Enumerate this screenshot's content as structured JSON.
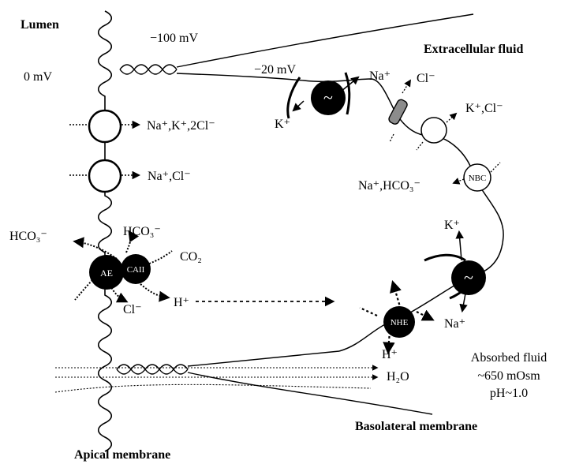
{
  "regions": {
    "lumen": "Lumen",
    "extracellular": "Extracellular fluid",
    "basolateral": "Basolateral membrane",
    "apical": "Apical membrane"
  },
  "potentials": {
    "lumen": "0 mV",
    "junction": "−100 mV",
    "cell": "−20 mV"
  },
  "apical_ions": {
    "nkcc": "Na⁺,K⁺,2Cl⁻",
    "ncc": "Na⁺,Cl⁻",
    "hco3_out": "HCO₃⁻",
    "hco3_in": "HCO₃⁻",
    "co2": "CO₂",
    "cl": "Cl⁻",
    "h": "H⁺"
  },
  "transporters": {
    "ae": "AE",
    "ca2": "CAII",
    "nhe": "NHE",
    "nbc": "NBC"
  },
  "basolateral_ions": {
    "pump_top_na": "Na⁺",
    "pump_top_k": "K⁺",
    "channel_cl": "Cl⁻",
    "kcl": "K⁺,Cl⁻",
    "na_hco3": "Na⁺,HCO₃⁻",
    "pump_bottom_k": "K⁺",
    "pump_bottom_na": "Na⁺",
    "nhe_h": "H⁺"
  },
  "water": "H₂O",
  "absorbed": {
    "line1": "Absorbed fluid",
    "line2": "~650 mOsm",
    "line3": "pH~1.0"
  },
  "pump_symbol": "~"
}
